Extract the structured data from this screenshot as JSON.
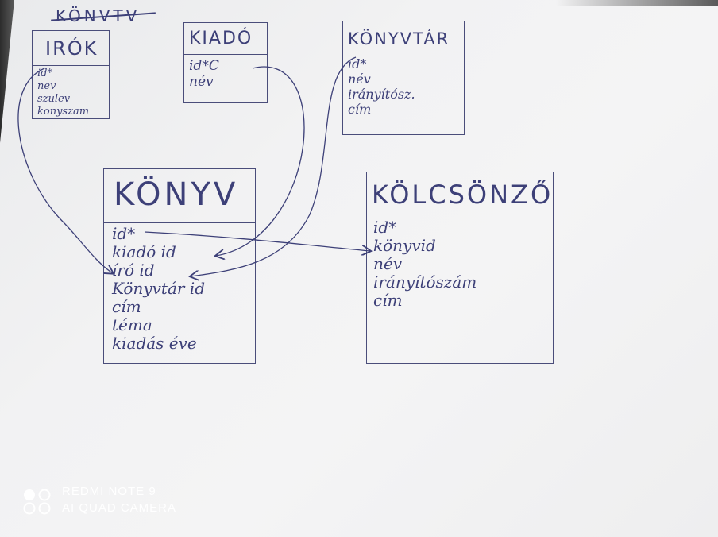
{
  "diagram": {
    "crossed_title": "KÖNVTV",
    "tables": {
      "irok": {
        "title": "IRÓK",
        "fields": [
          "id*",
          "nev",
          "szulev",
          "konyszam"
        ]
      },
      "kiado": {
        "title": "KIADÓ",
        "fields": [
          "id*C",
          "név"
        ]
      },
      "konyvtar": {
        "title": "KÖNYVTÁR",
        "fields": [
          "id*",
          "név",
          "irányítósz.",
          "cím"
        ]
      },
      "konyv": {
        "title": "KÖNYV",
        "fields": [
          "id*",
          "kiadó id",
          "író id",
          "Könyvtár id",
          "cím",
          "téma",
          "kiadás éve"
        ]
      },
      "kolcsonzo": {
        "title": "KÖLCSÖNZŐ",
        "fields": [
          "id*",
          "könyvid",
          "név",
          "irányítószám",
          "cím"
        ]
      }
    },
    "relations": [
      {
        "from": "kiado.id",
        "to": "konyv.kiado_id"
      },
      {
        "from": "irok.id",
        "to": "konyv.iro_id"
      },
      {
        "from": "konyvtar.id",
        "to": "konyv.konyvtar_id"
      },
      {
        "from": "konyv.id",
        "to": "kolcsonzo.konyvid"
      }
    ],
    "ink_color": "#3d4078"
  },
  "watermark": {
    "line1": "REDMI NOTE 9",
    "line2": "AI QUAD CAMERA"
  }
}
